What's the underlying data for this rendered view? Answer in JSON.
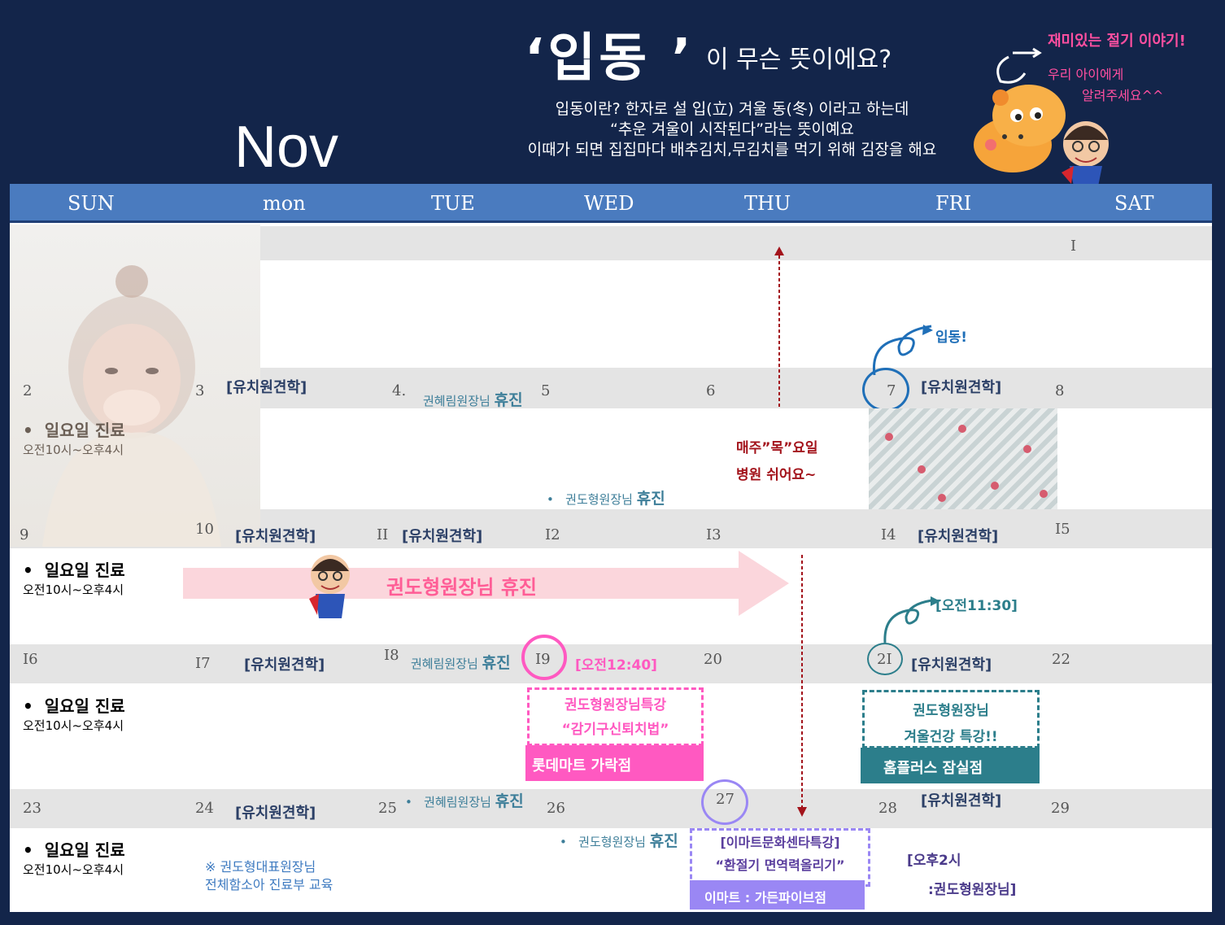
{
  "header": {
    "title": "‘입동 ’",
    "subtitle": "이 무슨 뜻이에요?",
    "explain": {
      "line1": "입동이란? 한자로 설 입(立) 겨울 동(冬) 이라고 하는데",
      "line2": "“추운 겨울이 시작된다”라는 뜻이예요",
      "line3": "이때가 되면 집집마다 배추김치,무김치를 먹기 위해 김장을 해요"
    },
    "month": "Nov",
    "fun": {
      "line1": "재미있는 절기 이야기!",
      "line2": "우리 아이에게",
      "line3": "알려주세요^^"
    }
  },
  "weekdays": [
    "SUN",
    "mon",
    "TUE",
    "WED",
    "THU",
    "FRI",
    "SAT"
  ],
  "dates": {
    "d1": "I",
    "d2": "2",
    "d3": "3",
    "d4": "4.",
    "d5": "5",
    "d6": "6",
    "d7": "7",
    "d8": "8",
    "d9": "9",
    "d10": "10",
    "d11": "II",
    "d12": "I2",
    "d13": "I3",
    "d14": "I4",
    "d15": "I5",
    "d16": "I6",
    "d17": "I7",
    "d18": "I8",
    "d19": "I9",
    "d20": "20",
    "d21": "2I",
    "d22": "22",
    "d23": "23",
    "d24": "24",
    "d25": "25",
    "d26": "26",
    "d27": "27",
    "d28": "28",
    "d29": "29"
  },
  "tag": "[유치원견학]",
  "sunday": {
    "title": "일요일 진료",
    "hours": "오전10시~오후4시"
  },
  "vacation": {
    "kwon_hr": "권혜림원장님",
    "kwon_dh": "권도형원장님",
    "word": "휴진"
  },
  "notes": {
    "ipdong": "입동!",
    "thursday1": "매주”목”요일",
    "thursday2": "병원 쉬어요~",
    "arrow_text": "권도형원장님 휴진",
    "time_1130": "[오전11:30]",
    "time_1240": "[오전12:40]",
    "pink_line1": "권도형원장님특강",
    "pink_line2": "“감기구신퇴치법”",
    "pink_bar": "롯데마트 가락점",
    "teal_line1": "권도형원장님",
    "teal_line2": "겨울건강 특강!!",
    "teal_bar": "홈플러스 잠실점",
    "purple_line1": "[이마트문화센타특강]",
    "purple_line2": "“환절기 면역력올리기”",
    "purple_bar": "이마트 : 가든파이브점",
    "pm2_line1": "[오후2시",
    "pm2_line2": ":권도형원장님]",
    "edu_line1": "※  권도형대표원장님",
    "edu_line2": "전체함소아 진료부 교육"
  },
  "colors": {
    "background": "#13254a",
    "header_bar": "#4a7bbf",
    "pink": "#ff59c1",
    "teal": "#2c7e8b",
    "purple": "#9a87f4",
    "red_dashed": "#a3131b"
  }
}
